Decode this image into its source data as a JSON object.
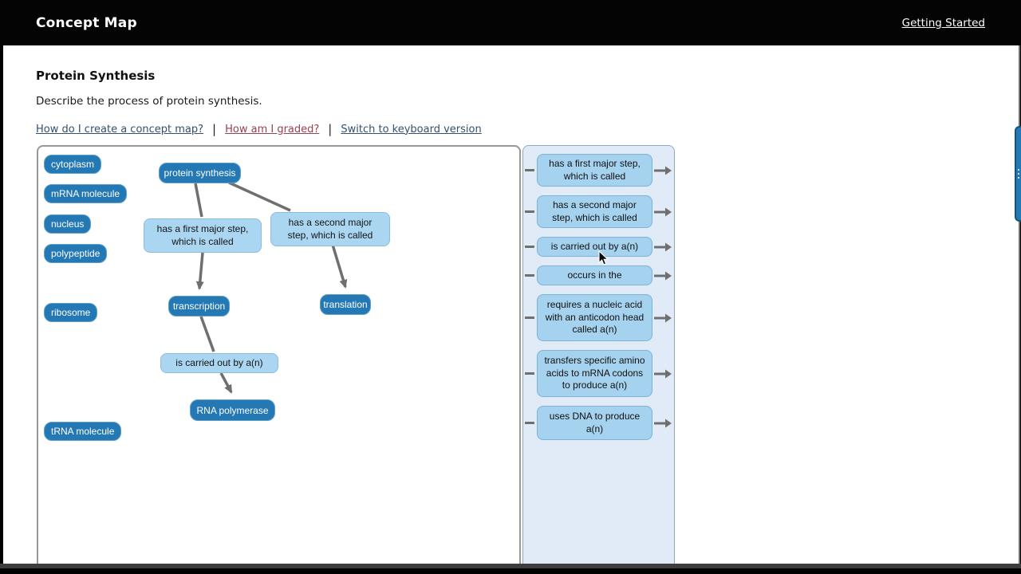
{
  "header": {
    "title": "Concept Map",
    "nav_link": "Getting Started"
  },
  "page": {
    "title": "Protein Synthesis",
    "instructions": "Describe the process of protein synthesis.",
    "help_links": {
      "create": "How do I create a concept map?",
      "graded": "How am I graded?",
      "keyboard": "Switch to keyboard version"
    },
    "separator": "|"
  },
  "term_bank": {
    "items": [
      "cytoplasm",
      "mRNA molecule",
      "nucleus",
      "polypeptide",
      "ribosome",
      "tRNA molecule"
    ]
  },
  "concept_map": {
    "nodes": {
      "root": "protein synthesis",
      "rel_first_step": "has a first major step, which is called",
      "rel_second_step": "has a second major step, which is called",
      "transcription": "transcription",
      "translation": "translation",
      "rel_carried_out": "is carried out by a(n)",
      "rna_polymerase": "RNA polymerase"
    }
  },
  "phrase_bank": {
    "items": [
      "has a first major step, which is called",
      "has a second major step, which is called",
      "is carried out by a(n)",
      "occurs in the",
      "requires a nucleic acid with an anticodon head called a(n)",
      "transfers specific amino acids to mRNA codons to produce a(n)",
      "uses DNA to produce a(n)"
    ]
  },
  "colors": {
    "header_bg": "#040404",
    "node_dark": "#2478b3",
    "node_light": "#abd6f2",
    "panel_bg": "#e0ebf7",
    "phrase_box": "#a5d2ee",
    "connector": "#6f6f6f",
    "link_blue": "#33506e",
    "link_visited": "#96424f"
  }
}
